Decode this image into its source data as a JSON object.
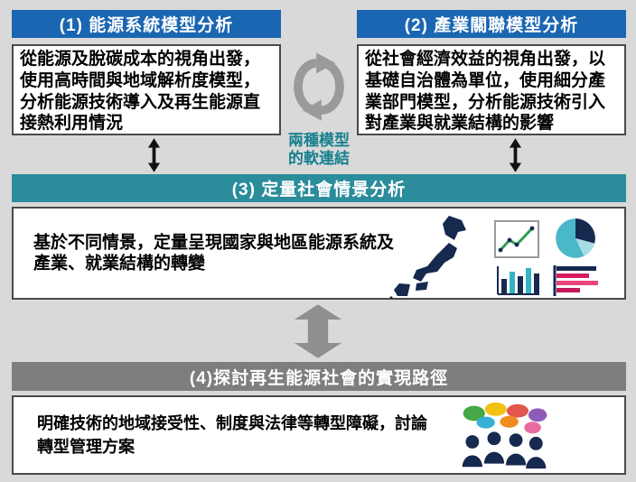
{
  "colors": {
    "page_bg": "#d9d9d9",
    "header_blue": "#1a66b2",
    "bar_teal": "#2b8c9c",
    "bar_gray": "#7e7e7e",
    "soft_link_text": "#17808f",
    "panel_border": "#4a4a4a",
    "arrow_black": "#111111",
    "arrow_gray": "#8f8f8f",
    "map_navy": "#16294e",
    "chart_green": "#2e9e4f",
    "chart_teal": "#35b4c4",
    "chart_pink": "#d81b60"
  },
  "model1": {
    "title": "(1) 能源系統模型分析",
    "body": "從能源及脫碳成本的視角出發，使用高時間與地域解析度模型，分析能源技術導入及再生能源直接熱利用情況"
  },
  "model2": {
    "title": "(2) 產業關聯模型分析",
    "body": "從社會經濟效益的視角出發，以基礎自治體為單位，使用細分產業部門模型，分析能源技術引入對產業與就業結構的影響"
  },
  "soft_link": {
    "line1": "兩種模型",
    "line2": "的軟連結"
  },
  "section3": {
    "title": "(3) 定量社會情景分析",
    "body": "基於不同情景，定量呈現國家與地區能源系統及產業、就業結構的轉變"
  },
  "section4": {
    "title": "(4)探討再生能源社會的實現路徑",
    "body": "明確技術的地域接受性、制度與法律等轉型障礙，討論轉型管理方案"
  },
  "icons": {
    "cycle": "cycle-arrows",
    "link_arrows": "double-headed-arrow",
    "flow_arrow": "thick-double-arrow",
    "map": "japan-map",
    "charts": [
      "line-chart",
      "pie-chart",
      "vertical-bar-chart",
      "horizontal-bar-chart"
    ],
    "discussion": "people-discussion"
  }
}
